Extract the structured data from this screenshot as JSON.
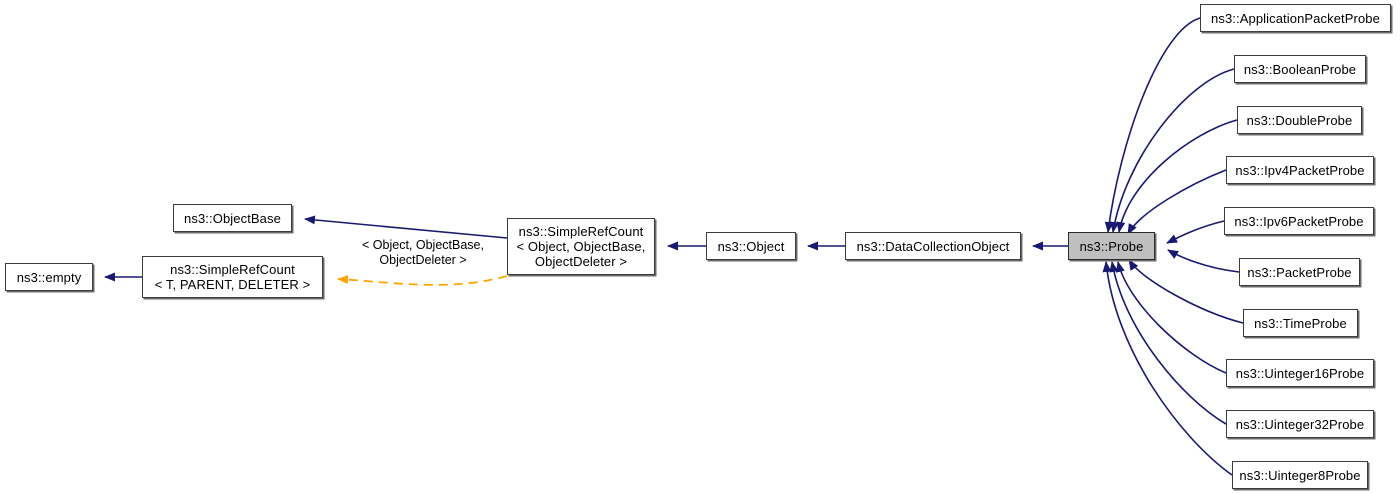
{
  "diagram": {
    "kind": "class-inheritance-graph",
    "focus_class": "ns3::Probe",
    "background_color": "#ffffff",
    "inheritance_edge_color": "#191970",
    "template_edge_color": "#ffa500",
    "highlight_fill": "#bfbfbf",
    "node_border_color": "#3d3d3d"
  },
  "nodes": {
    "empty": {
      "lines": [
        "ns3::empty"
      ]
    },
    "simplerefcount_generic": {
      "lines": [
        "ns3::SimpleRefCount",
        "< T, PARENT, DELETER >"
      ]
    },
    "objectbase": {
      "lines": [
        "ns3::ObjectBase"
      ]
    },
    "simplerefcount_object": {
      "lines": [
        "ns3::SimpleRefCount",
        "< Object, ObjectBase,",
        "ObjectDeleter >"
      ]
    },
    "object": {
      "lines": [
        "ns3::Object"
      ]
    },
    "datacollectionobject": {
      "lines": [
        "ns3::DataCollectionObject"
      ]
    },
    "probe": {
      "lines": [
        "ns3::Probe"
      ]
    },
    "derived": [
      {
        "id": "applicationpacketprobe",
        "label": "ns3::ApplicationPacketProbe"
      },
      {
        "id": "booleanprobe",
        "label": "ns3::BooleanProbe"
      },
      {
        "id": "doubleprobe",
        "label": "ns3::DoubleProbe"
      },
      {
        "id": "ipv4packetprobe",
        "label": "ns3::Ipv4PacketProbe"
      },
      {
        "id": "ipv6packetprobe",
        "label": "ns3::Ipv6PacketProbe"
      },
      {
        "id": "packetprobe",
        "label": "ns3::PacketProbe"
      },
      {
        "id": "timeprobe",
        "label": "ns3::TimeProbe"
      },
      {
        "id": "uinteger16probe",
        "label": "ns3::Uinteger16Probe"
      },
      {
        "id": "uinteger32probe",
        "label": "ns3::Uinteger32Probe"
      },
      {
        "id": "uinteger8probe",
        "label": "ns3::Uinteger8Probe"
      }
    ]
  },
  "edge_labels": {
    "template_binding": [
      "< Object, ObjectBase,",
      "ObjectDeleter >"
    ]
  }
}
